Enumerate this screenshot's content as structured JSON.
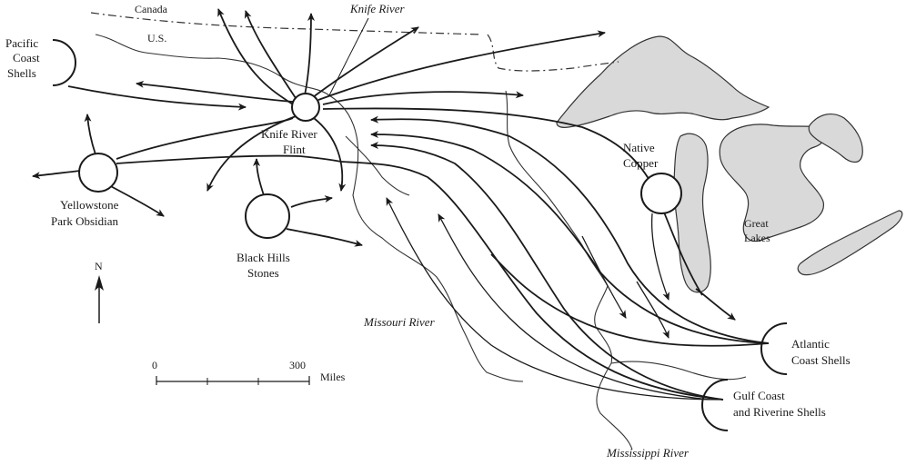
{
  "labels": {
    "canada": "Canada",
    "us": "U.S.",
    "knife_river": "Knife River",
    "missouri_river": "Missouri River",
    "mississippi_river": "Mississippi River",
    "great_lakes_line1": "Great",
    "great_lakes_line2": "Lakes"
  },
  "sources": {
    "pacific_line1": "Pacific",
    "pacific_line2": "Coast",
    "pacific_line3": "Shells",
    "knife_flint_line1": "Knife River",
    "knife_flint_line2": "Flint",
    "yellowstone_line1": "Yellowstone",
    "yellowstone_line2": "Park Obsidian",
    "black_hills_line1": "Black Hills",
    "black_hills_line2": "Stones",
    "copper_line1": "Native",
    "copper_line2": "Copper",
    "atlantic_line1": "Atlantic",
    "atlantic_line2": "Coast Shells",
    "gulf_line1": "Gulf Coast",
    "gulf_line2": "and Riverine Shells"
  },
  "north_arrow": {
    "label": "N"
  },
  "scale_bar": {
    "start": "0",
    "end": "300",
    "unit": "Miles"
  },
  "colors": {
    "ink": "#1a1a1a",
    "lake_fill": "#d9d9d9",
    "background": "#ffffff"
  }
}
